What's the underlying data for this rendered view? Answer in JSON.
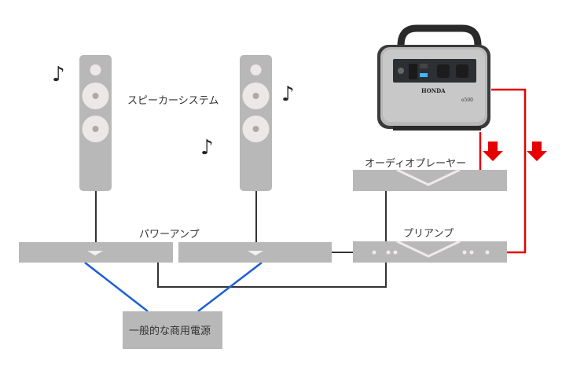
{
  "labels": {
    "speaker_system": "スピーカーシステム",
    "power_amp": "パワーアンプ",
    "audio_player": "オーディオプレーヤー",
    "preamp": "プリアンプ",
    "commercial_power": "一般的な商用電源"
  },
  "power_station": {
    "brand": "HONDA",
    "model": "e500"
  },
  "notes": [
    "♪",
    "♪",
    "♪"
  ],
  "colors": {
    "device_gray": "#b8b8b8",
    "driver_light": "#ede8e8",
    "signal_line": "#333333",
    "commercial_power_line": "#1a5fd6",
    "battery_power_line": "#e60000"
  }
}
